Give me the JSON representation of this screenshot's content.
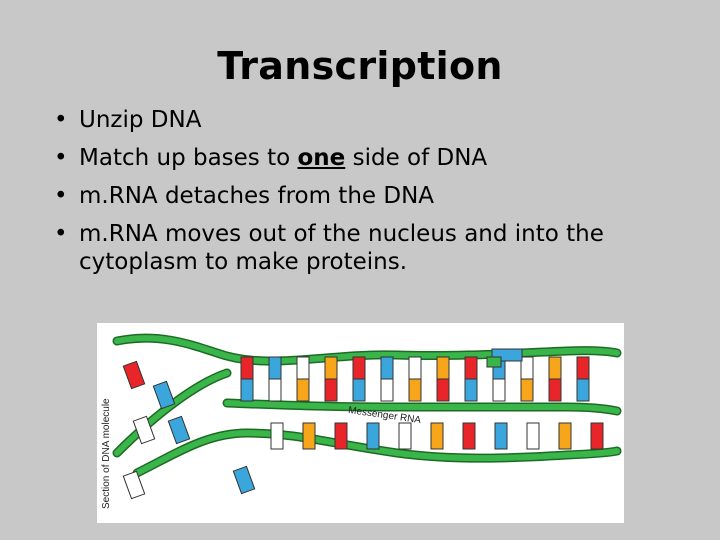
{
  "slide": {
    "title": "Transcription",
    "bullets": [
      {
        "text": "Unzip DNA"
      },
      {
        "pre": "Match up bases to ",
        "underlined": "one",
        "post": " side of DNA"
      },
      {
        "text": "m.RNA detaches from the DNA"
      },
      {
        "text": "m.RNA moves out of the nucleus and into the cytoplasm to make proteins."
      }
    ]
  },
  "figure": {
    "side_label": "Section of DNA molecule",
    "mrna_label": "Messenger RNA",
    "colors": {
      "backbone": "#3ab54a",
      "backbone_edge": "#1c6b24",
      "red_base": "#e8262a",
      "blue_base": "#3aa6dc",
      "white_base": "#ffffff",
      "orange_base": "#f7a51a"
    }
  }
}
